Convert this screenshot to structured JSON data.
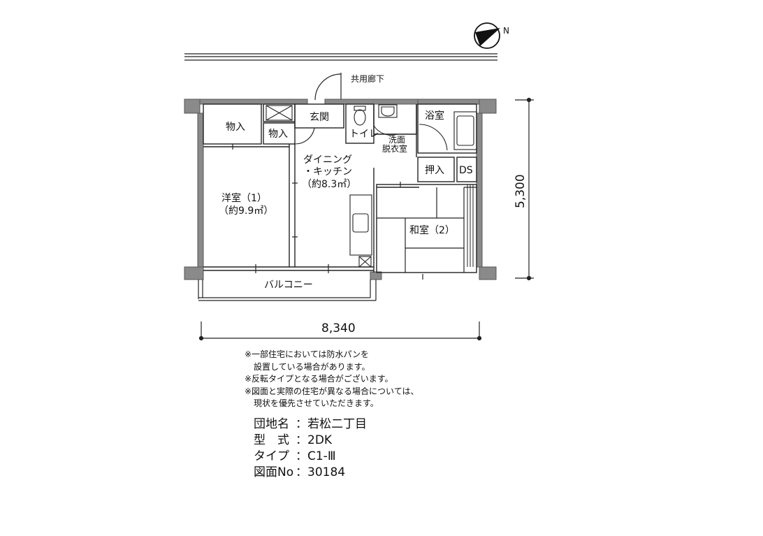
{
  "rooms": {
    "storage_left": "物入",
    "storage_small": "物入",
    "entrance": "玄関",
    "toilet": "トイレ",
    "washroom_line1": "洗面",
    "washroom_line2": "脱衣室",
    "bath": "浴室",
    "dining_line1": "ダイニング",
    "dining_line2": "・キッチン",
    "dining_area": "（約8.3㎡）",
    "western_name": "洋室（1）",
    "western_area": "（約9.9㎡）",
    "closet": "押入",
    "ds": "DS",
    "japanese": "和室（2）",
    "balcony": "バルコニー",
    "corridor": "共用廊下"
  },
  "compass": {
    "label": "N"
  },
  "dimensions": {
    "width": "8,340",
    "depth": "5,300"
  },
  "notes": [
    {
      "text": "※一部住宅においては防水パンを",
      "indent": false
    },
    {
      "text": "設置している場合があります。",
      "indent": true
    },
    {
      "text": "※反転タイプとなる場合がございます。",
      "indent": false
    },
    {
      "text": "※図面と実際の住宅が異なる場合については、",
      "indent": false
    },
    {
      "text": "現状を優先させていただきます。",
      "indent": true
    }
  ],
  "info": [
    {
      "key": "団地名",
      "value": "若松二丁目"
    },
    {
      "key": "型　式",
      "value": "2DK"
    },
    {
      "key": "タイプ",
      "value": "C1-Ⅲ"
    },
    {
      "key": "図面No",
      "value": "30184"
    }
  ]
}
